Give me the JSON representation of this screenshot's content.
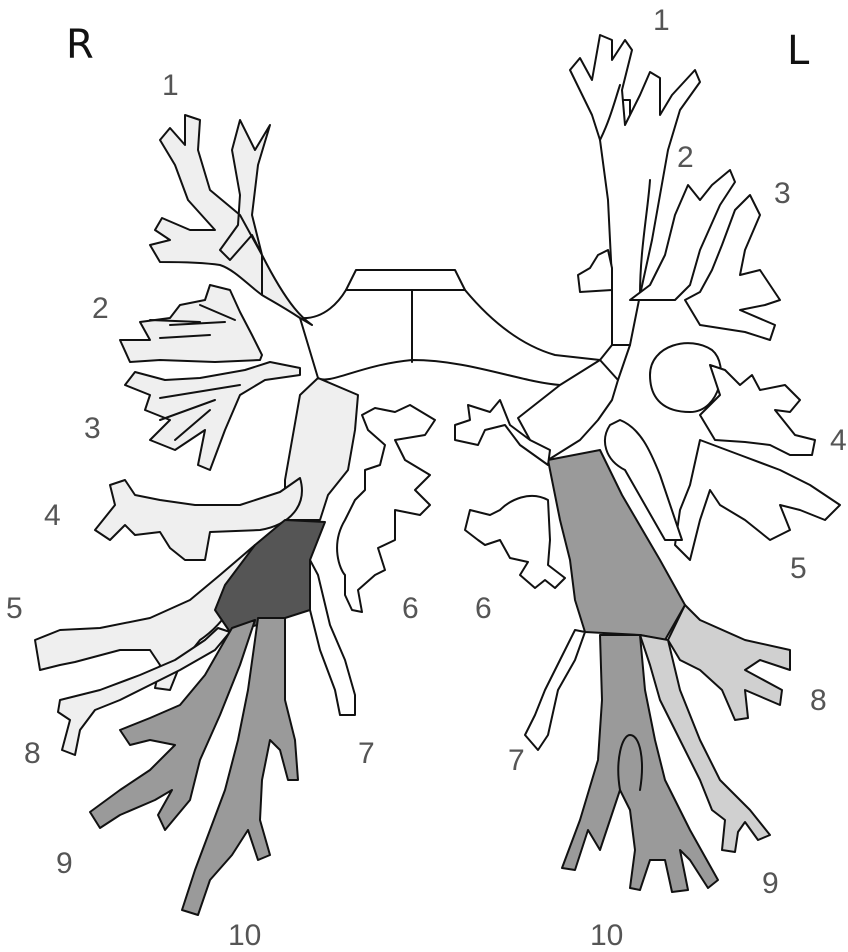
{
  "side_labels": {
    "right": "R",
    "left": "L"
  },
  "right_segments": [
    "1",
    "2",
    "3",
    "4",
    "5",
    "6",
    "7",
    "8",
    "9",
    "10"
  ],
  "left_segments": [
    "1",
    "2",
    "3",
    "4",
    "5",
    "6",
    "7",
    "8",
    "9",
    "10"
  ],
  "colors": {
    "outline": "#111111",
    "light_segment": "#efefef",
    "medium_segment": "#9a9a9a",
    "pale_segment": "#d0d0d0",
    "dark_segment": "#555555",
    "white_segment": "#ffffff"
  }
}
